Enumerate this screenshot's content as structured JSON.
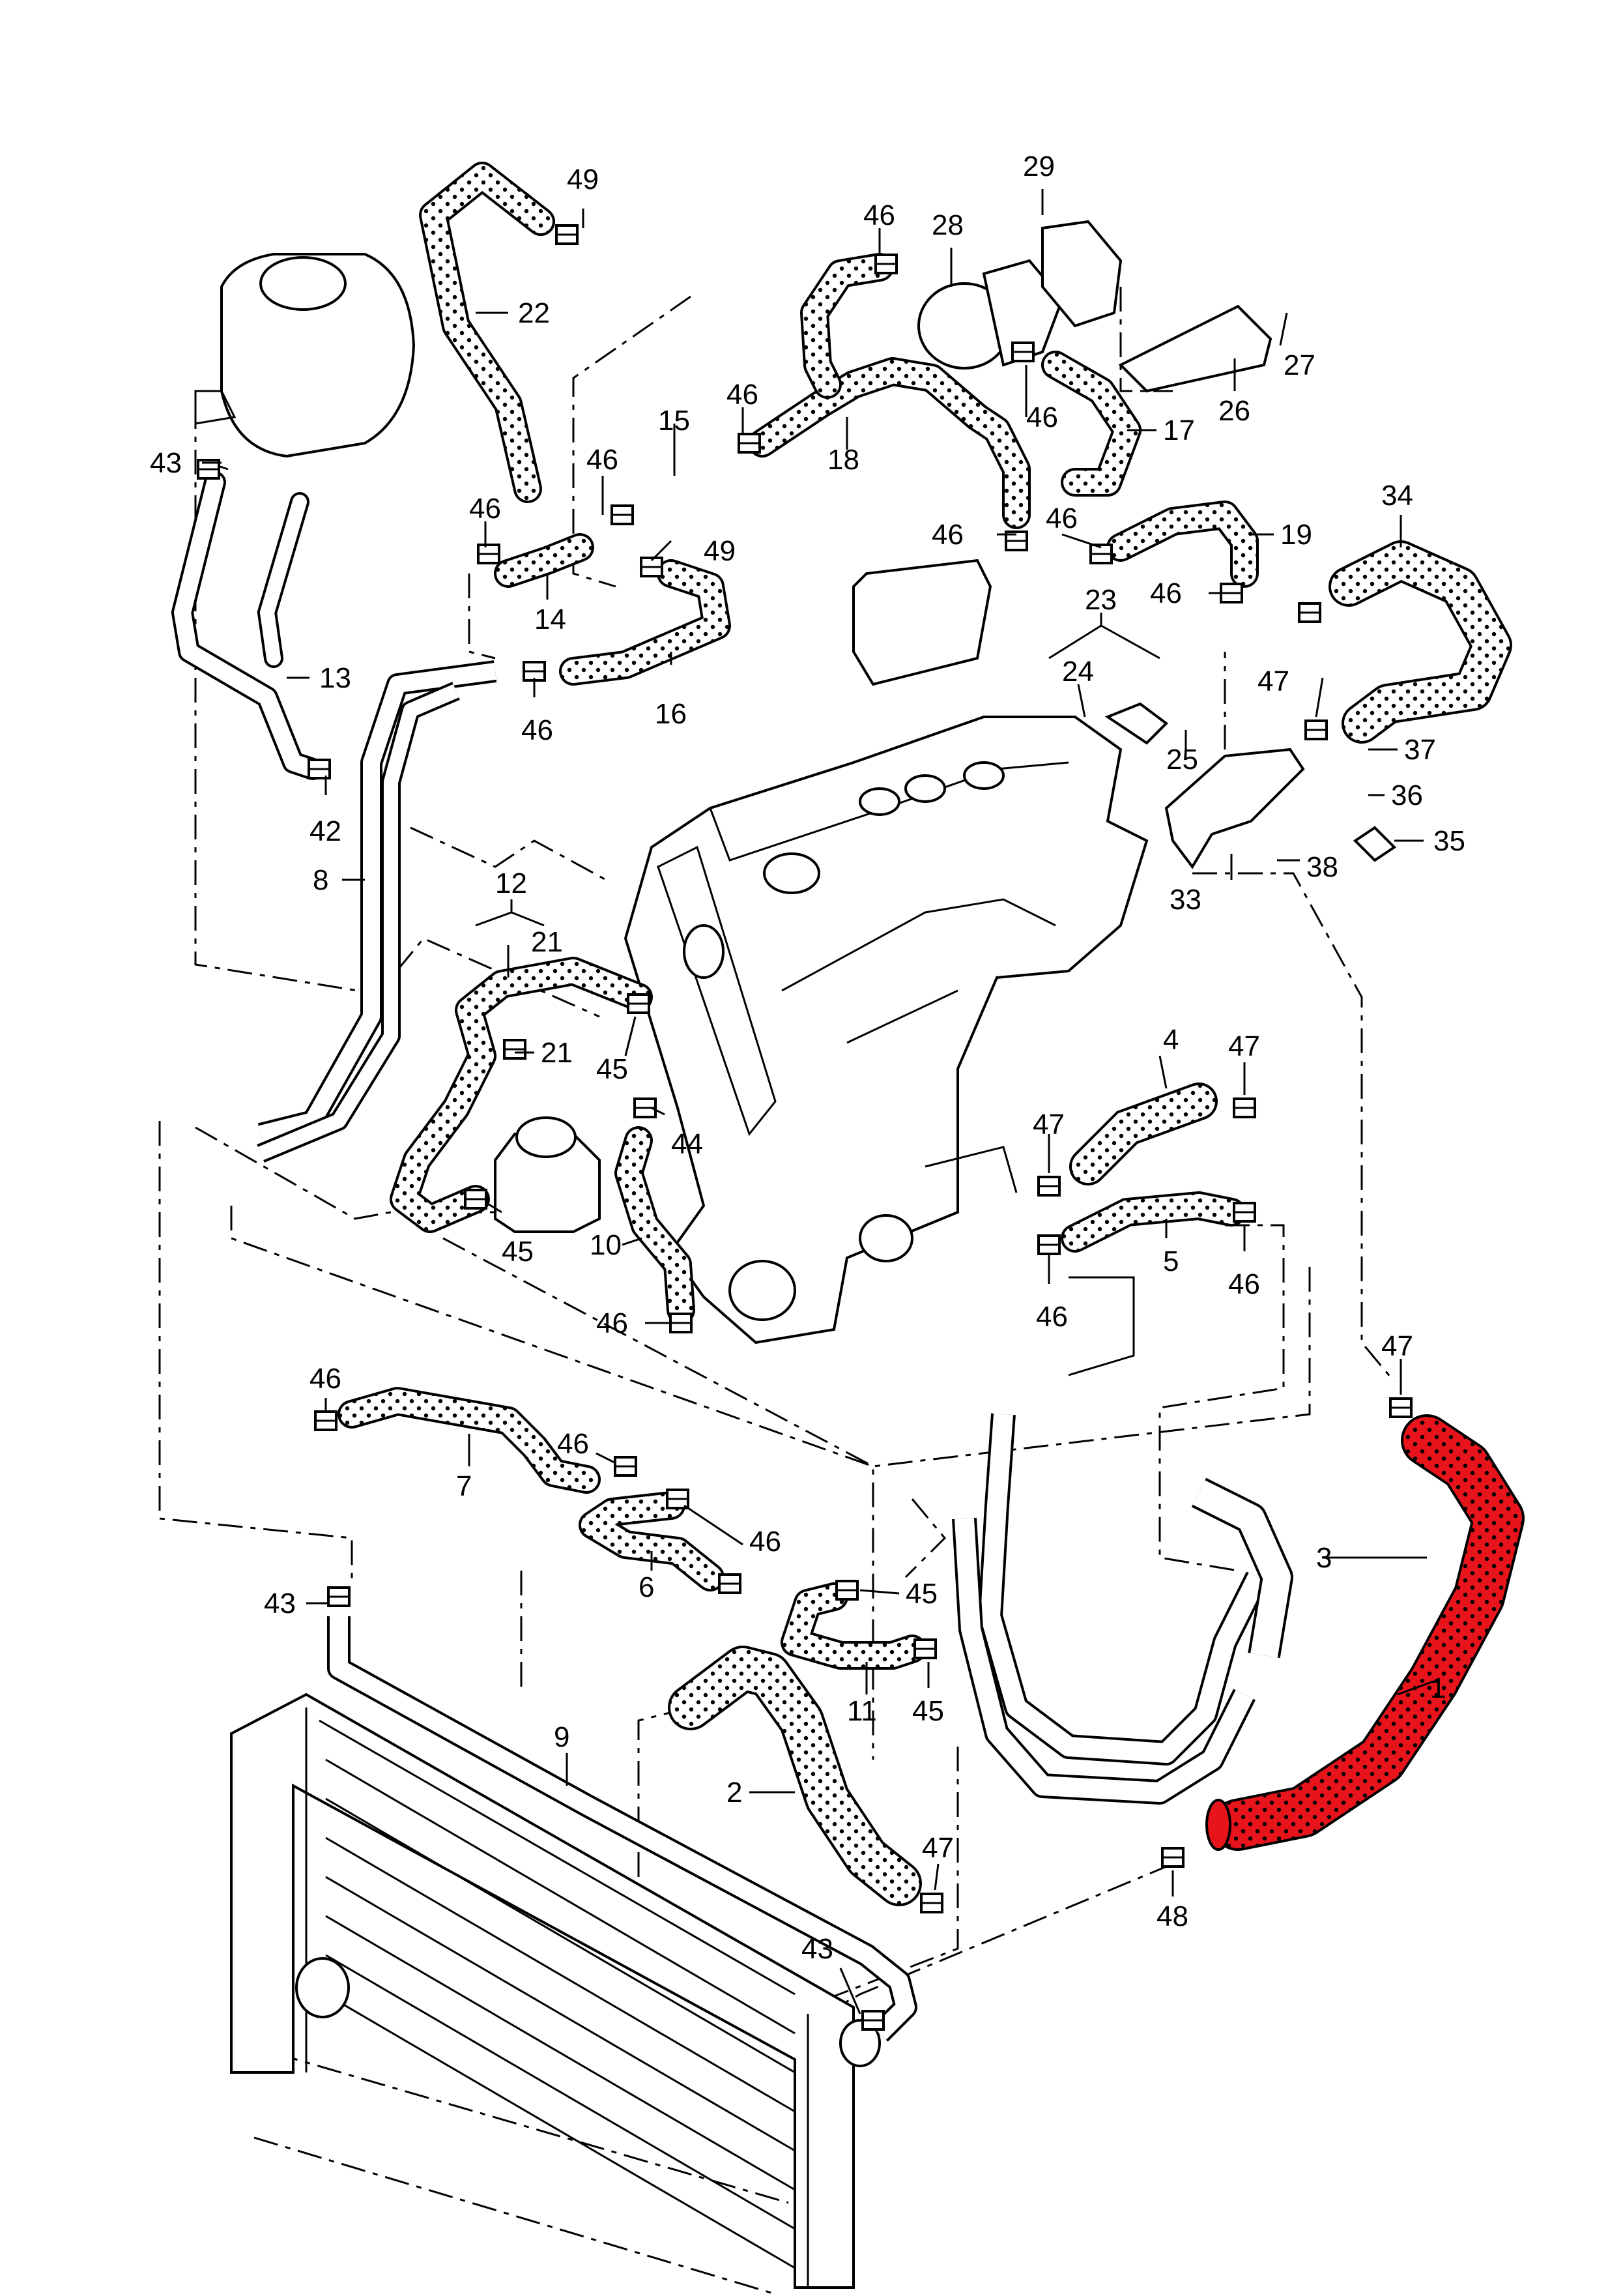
{
  "colors": {
    "highlight": "#e8141c",
    "line": "#000000",
    "background": "#ffffff"
  },
  "callouts": {
    "c1": "1",
    "c2": "2",
    "c3": "3",
    "c4": "4",
    "c5": "5",
    "c6": "6",
    "c7": "7",
    "c8": "8",
    "c9": "9",
    "c10": "10",
    "c11": "11",
    "c12": "12",
    "c13": "13",
    "c14": "14",
    "c15": "15",
    "c16": "16",
    "c17": "17",
    "c18": "18",
    "c19": "19",
    "c21a": "21",
    "c21b": "21",
    "c22": "22",
    "c23": "23",
    "c24": "24",
    "c25": "25",
    "c26": "26",
    "c27": "27",
    "c28": "28",
    "c29": "29",
    "c33": "33",
    "c34": "34",
    "c35": "35",
    "c36": "36",
    "c37": "37",
    "c38": "38",
    "c42": "42",
    "c43a": "43",
    "c43b": "43",
    "c43c": "43",
    "c44": "44",
    "c45a": "45",
    "c45b": "45",
    "c45c": "45",
    "c45d": "45",
    "c46a": "46",
    "c46b": "46",
    "c46c": "46",
    "c46d": "46",
    "c46e": "46",
    "c46f": "46",
    "c46g": "46",
    "c46h": "46",
    "c46i": "46",
    "c46j": "46",
    "c46k": "46",
    "c46l": "46",
    "c46m": "46",
    "c46n": "46",
    "c47a": "47",
    "c47b": "47",
    "c47c": "47",
    "c47d": "47",
    "c47e": "47",
    "c48": "48",
    "c49a": "49",
    "c49b": "49"
  }
}
